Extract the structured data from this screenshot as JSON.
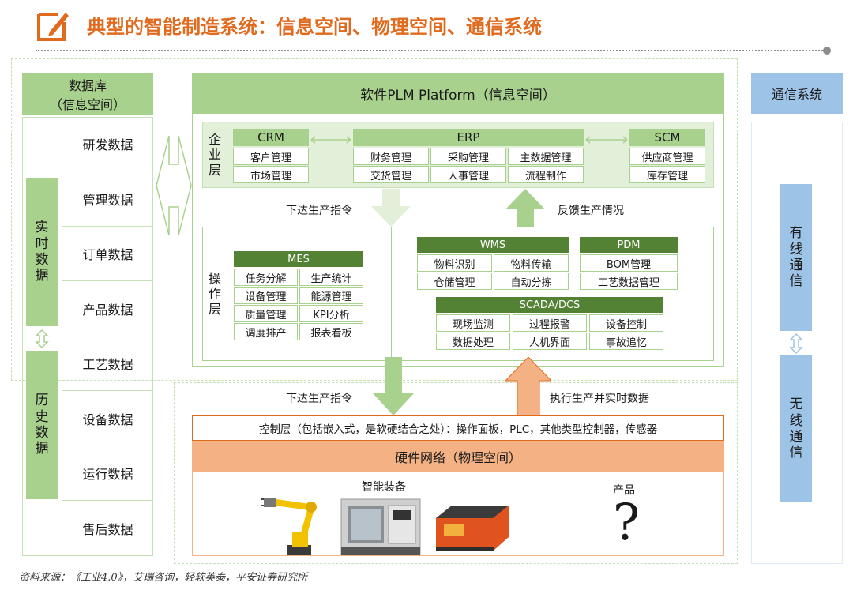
{
  "title": "典型的智能制造系统：信息空间、物理空间、通信系统",
  "source": "资料来源：《工业4.0》，艾瑞咨询，轻软英泰，平安证券研究所",
  "database": {
    "title_line1": "数据库",
    "title_line2": "（信息空间）",
    "realtime": [
      "实",
      "时",
      "数",
      "据"
    ],
    "history": [
      "历",
      "史",
      "数",
      "据"
    ],
    "items": [
      "研发数据",
      "管理数据",
      "订单数据",
      "产品数据",
      "工艺数据",
      "设备数据",
      "运行数据",
      "售后数据"
    ]
  },
  "plm": {
    "title": "软件PLM Platform（信息空间）",
    "enterprise_label": [
      "企",
      "业",
      "层"
    ],
    "crm": {
      "title": "CRM",
      "items": [
        "客户管理",
        "市场管理"
      ]
    },
    "erp": {
      "title": "ERP",
      "items": [
        "财务管理",
        "采购管理",
        "主数据管理",
        "交货管理",
        "人事管理",
        "流程制作"
      ]
    },
    "scm": {
      "title": "SCM",
      "items": [
        "供应商管理",
        "库存管理"
      ]
    },
    "down_label": "下达生产指令",
    "up_label": "反馈生产情况",
    "operation_label": [
      "操",
      "作",
      "层"
    ],
    "mes": {
      "title": "MES",
      "items": [
        "任务分解",
        "生产统计",
        "设备管理",
        "能源管理",
        "质量管理",
        "KPI分析",
        "调度排产",
        "报表看板"
      ]
    },
    "wms": {
      "title": "WMS",
      "items": [
        "物料识别",
        "物料传输",
        "仓储管理",
        "自动分拣"
      ]
    },
    "pdm": {
      "title": "PDM",
      "items": [
        "BOM管理",
        "工艺数据管理"
      ]
    },
    "scada": {
      "title": "SCADA/DCS",
      "items": [
        "现场监测",
        "过程报警",
        "设备控制",
        "数据处理",
        "人机界面",
        "事故追忆"
      ]
    }
  },
  "lower": {
    "down_label": "下达生产指令",
    "up_label": "执行生产并实时数据",
    "control_text": "控制层（包括嵌入式，是软硬结合之处）：操作面板，PLC，其他类型控制器，传感器",
    "hardware_title": "硬件网络（物理空间）",
    "equipment_label": "智能装备",
    "product_label": "产品",
    "product_symbol": "?"
  },
  "comm": {
    "title": "通信系统",
    "wired": [
      "有",
      "线",
      "通",
      "信"
    ],
    "wireless": [
      "无",
      "线",
      "通",
      "信"
    ]
  },
  "colors": {
    "title": "#e06a1e",
    "green_light": "#a9d18e",
    "green_dark": "#548235",
    "orange": "#f4b183",
    "blue": "#9dc3e6"
  }
}
